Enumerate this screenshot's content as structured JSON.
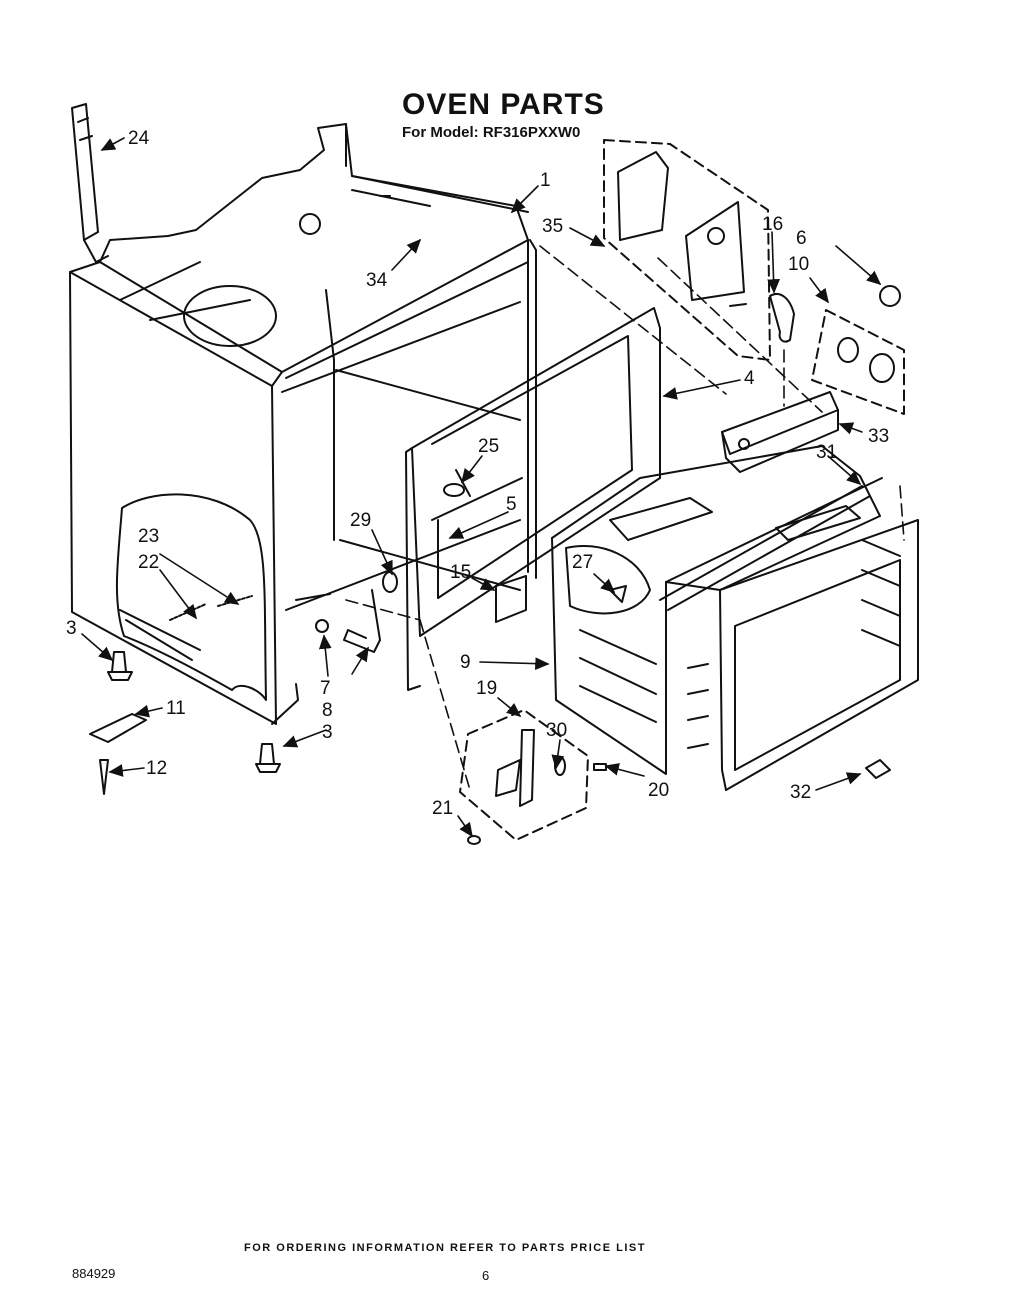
{
  "header": {
    "title": "OVEN PARTS",
    "subtitle": "For Model: RF316PXXW0"
  },
  "callouts": {
    "p1": "1",
    "p3a": "3",
    "p3b": "3",
    "p4": "4",
    "p5": "5",
    "p6": "6",
    "p7": "7",
    "p8": "8",
    "p9": "9",
    "p10": "10",
    "p11": "11",
    "p12": "12",
    "p15": "15",
    "p16": "16",
    "p19": "19",
    "p20": "20",
    "p21": "21",
    "p22": "22",
    "p23": "23",
    "p24": "24",
    "p25": "25",
    "p27": "27",
    "p29": "29",
    "p30": "30",
    "p31": "31",
    "p32": "32",
    "p33": "33",
    "p34": "34",
    "p35": "35"
  },
  "footer": {
    "ordering_note": "FOR ORDERING INFORMATION REFER TO PARTS PRICE LIST",
    "document_number": "884929",
    "page_number": "6"
  }
}
